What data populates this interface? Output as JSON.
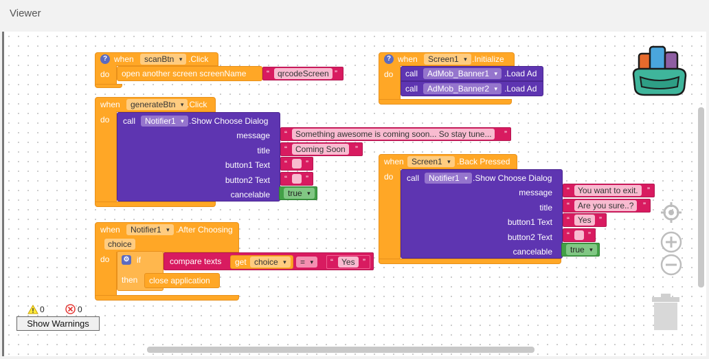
{
  "header": {
    "title": "Viewer"
  },
  "blocks": {
    "scan": {
      "when": "when",
      "component": "scanBtn",
      "event": ".Click",
      "do": "do",
      "action": "open another screen  screenName",
      "value": "qrcodeScreen"
    },
    "screenInit": {
      "when": "when",
      "component": "Screen1",
      "event": ".Initialize",
      "do": "do",
      "call": "call",
      "calls": [
        {
          "component": "AdMob_Banner1",
          "method": ".Load Ad"
        },
        {
          "component": "AdMob_Banner2",
          "method": ".Load Ad"
        }
      ]
    },
    "generate": {
      "when": "when",
      "component": "generateBtn",
      "event": ".Click",
      "do": "do",
      "call": "call",
      "target": "Notifier1",
      "method": ".Show Choose Dialog",
      "params": [
        {
          "label": "message",
          "value": "Something awesome is coming soon... So stay tune..."
        },
        {
          "label": "title",
          "value": "Coming Soon"
        },
        {
          "label": "button1 Text",
          "value": ""
        },
        {
          "label": "button2 Text",
          "value": ""
        },
        {
          "label": "cancelable",
          "value": "true"
        }
      ]
    },
    "back": {
      "when": "when",
      "component": "Screen1",
      "event": ".Back Pressed",
      "do": "do",
      "call": "call",
      "target": "Notifier1",
      "method": ".Show Choose Dialog",
      "params": [
        {
          "label": "message",
          "value": "You want to exit."
        },
        {
          "label": "title",
          "value": "Are you sure..?"
        },
        {
          "label": "button1 Text",
          "value": "Yes"
        },
        {
          "label": "button2 Text",
          "value": ""
        },
        {
          "label": "cancelable",
          "value": "true"
        }
      ]
    },
    "after": {
      "when": "when",
      "component": "Notifier1",
      "event": ".After Choosing",
      "param": "choice",
      "do": "do",
      "if": "if",
      "compare": "compare texts",
      "get": "get",
      "var": "choice",
      "op": "=",
      "value": "Yes",
      "then": "then",
      "action": "close application"
    }
  },
  "quote": "“",
  "quote_close": "”",
  "help": "?",
  "warnings": {
    "warning_count": "0",
    "error_count": "0",
    "button": "Show Warnings"
  },
  "icons": [
    "backpack-icon",
    "target-icon",
    "zoom-in-icon",
    "zoom-out-icon",
    "trash-icon",
    "warning-icon",
    "error-icon",
    "gear-icon",
    "help-icon"
  ]
}
